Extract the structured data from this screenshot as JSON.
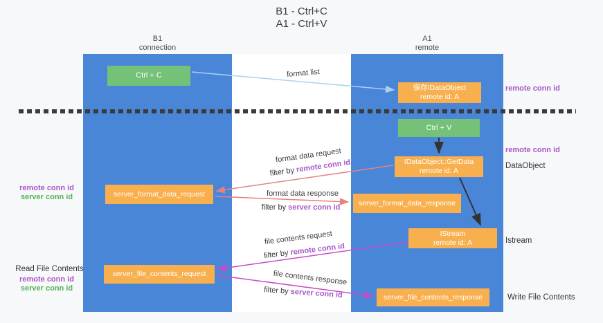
{
  "title": {
    "line1": "B1 - Ctrl+C",
    "line2": "A1 - Ctrl+V"
  },
  "columns": {
    "left": {
      "header_line1": "B1",
      "header_line2": "connection"
    },
    "right": {
      "header_line1": "A1",
      "header_line2": "remote"
    }
  },
  "boxes": {
    "ctrl_c": "Ctrl + C",
    "ctrl_v": "Ctrl + V",
    "save_idataobject": {
      "line1": "保存IDataObject",
      "line2": "remote id: A"
    },
    "getdata": {
      "line1": "IDataObject::GetData",
      "line2": "remote id: A"
    },
    "istream": {
      "line1": "IStream",
      "line2": "remote id: A"
    },
    "server_format_data_request": "server_format_data_request",
    "server_format_data_response": "server_format_data_response",
    "server_file_contents_request": "server_file_contents_request",
    "server_file_contents_response": "server_file_contents_response"
  },
  "flow": {
    "format_list": "format list",
    "format_data_request": "format data request",
    "format_data_response": "format data response",
    "file_contents_request": "file contents request",
    "file_contents_response": "file contents response",
    "filter_by": "filter by",
    "remote_conn_id": "remote conn id",
    "server_conn_id": "server conn id"
  },
  "side_labels": {
    "right_remote_conn_id_top": "remote conn id",
    "right_remote_conn_id_mid": "remote conn id",
    "dataobject": "DataObject",
    "istream": "Istream",
    "write_file_contents": "Write File Contents",
    "read_file_contents": "Read File Contents",
    "left_remote_conn_id_format": "remote conn id",
    "left_server_conn_id_format": "server conn id",
    "left_remote_conn_id_file": "remote conn id",
    "left_server_conn_id_file": "server conn id"
  },
  "colors": {
    "lifeline_blue": "#4a86d8",
    "box_orange": "#f8b04e",
    "box_green": "#74c177",
    "arrow_blue": "#a8d2f0",
    "arrow_red": "#e88080",
    "arrow_magenta": "#c94ac9",
    "arrow_black": "#333333",
    "text_purple": "#a855c8",
    "text_green": "#53b153"
  }
}
